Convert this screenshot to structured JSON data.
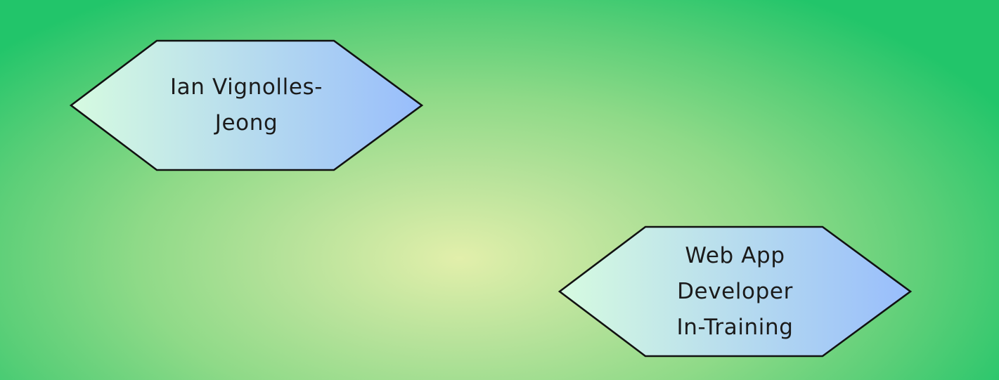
{
  "name_badge": {
    "line1": "Ian Vignolles-",
    "line2": "Jeong"
  },
  "role_badge": {
    "line1": "Web App Developer",
    "line2": "In-Training"
  },
  "colors": {
    "background_center": "#e2efab",
    "background_edge": "#22c56a",
    "hex_fill_left": "#d6fbe0",
    "hex_fill_right": "#98bdfc",
    "hex_outline": "#111111"
  }
}
